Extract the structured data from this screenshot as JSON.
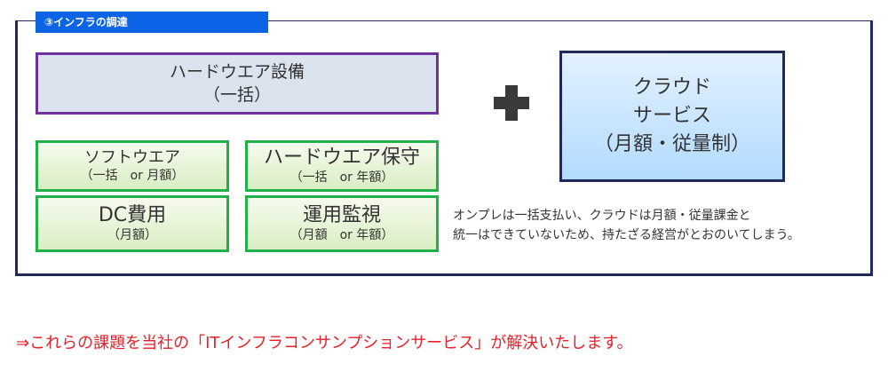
{
  "section_tag": "③インフラの調達",
  "hardware": {
    "line1": "ハードウエア設備",
    "line2": "（一括）"
  },
  "software": {
    "title": "ソフトウエア",
    "sub": "（一括　or 月額）"
  },
  "hw_maint": {
    "title": "ハードウエア保守",
    "sub": "（一括　or 年額）"
  },
  "dc": {
    "title": "DC費用",
    "sub": "（月額）"
  },
  "monitoring": {
    "title": "運用監視",
    "sub": "（月額　or 年額）"
  },
  "cloud": {
    "line1": "クラウド",
    "line2": "サービス",
    "line3": "（月額・従量制）"
  },
  "note": {
    "line1": "オンプレは一括支払い、クラウドは月額・従量課金と",
    "line2": "統一はできていないため、持たざる経営がとおのいてしまう。"
  },
  "footer": "⇒これらの課題を当社の「ITインフラコンサンプションサービス」が解決いたします。",
  "colors": {
    "tag_bg": "#0b63e6",
    "frame": "#1f2a5a",
    "hardware_border": "#7030a0",
    "green_border": "#22b04a",
    "footer_text": "#e8202a"
  }
}
